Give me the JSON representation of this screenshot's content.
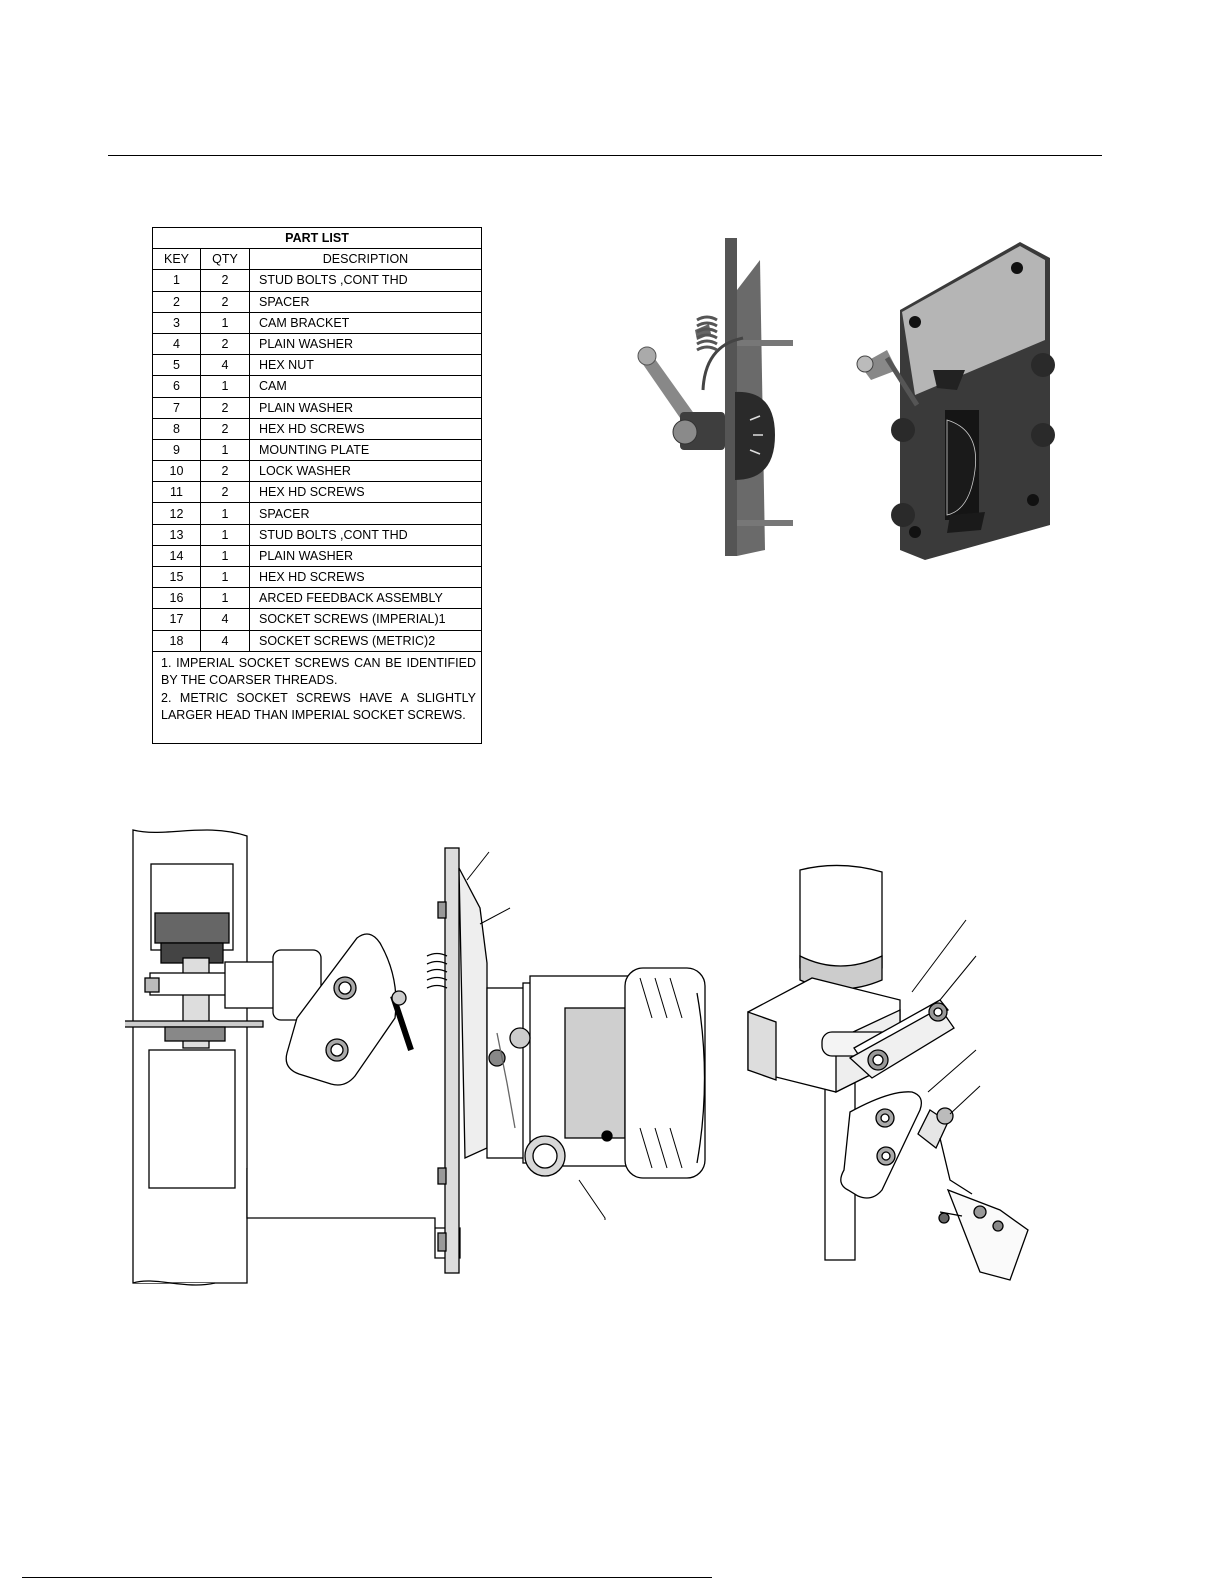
{
  "part_list": {
    "title": "PART LIST",
    "headers": {
      "key": "KEY",
      "qty": "QTY",
      "description": "DESCRIPTION"
    },
    "rows": [
      {
        "key": "1",
        "qty": "2",
        "description": "STUD BOLTS ,CONT THD"
      },
      {
        "key": "2",
        "qty": "2",
        "description": "SPACER"
      },
      {
        "key": "3",
        "qty": "1",
        "description": "CAM BRACKET"
      },
      {
        "key": "4",
        "qty": "2",
        "description": "PLAIN WASHER"
      },
      {
        "key": "5",
        "qty": "4",
        "description": "HEX NUT"
      },
      {
        "key": "6",
        "qty": "1",
        "description": "CAM"
      },
      {
        "key": "7",
        "qty": "2",
        "description": "PLAIN WASHER"
      },
      {
        "key": "8",
        "qty": "2",
        "description": "HEX HD SCREWS"
      },
      {
        "key": "9",
        "qty": "1",
        "description": "MOUNTING PLATE"
      },
      {
        "key": "10",
        "qty": "2",
        "description": "LOCK WASHER"
      },
      {
        "key": "11",
        "qty": "2",
        "description": "HEX HD SCREWS"
      },
      {
        "key": "12",
        "qty": "1",
        "description": "SPACER"
      },
      {
        "key": "13",
        "qty": "1",
        "description": "STUD BOLTS ,CONT THD"
      },
      {
        "key": "14",
        "qty": "1",
        "description": "PLAIN WASHER"
      },
      {
        "key": "15",
        "qty": "1",
        "description": "HEX HD SCREWS"
      },
      {
        "key": "16",
        "qty": "1",
        "description": "ARCED FEEDBACK ASSEMBLY"
      },
      {
        "key": "17",
        "qty": "4",
        "description": "SOCKET SCREWS (IMPERIAL)1"
      },
      {
        "key": "18",
        "qty": "4",
        "description": "SOCKET SCREWS (METRIC)2"
      }
    ],
    "notes": [
      "1. IMPERIAL SOCKET SCREWS CAN BE IDENTIFIED BY THE COARSER THREADS.",
      "2. METRIC SOCKET SCREWS HAVE A SLIGHTLY LARGER HEAD THAN IMPERIAL SOCKET SCREWS."
    ]
  },
  "illustrations": [
    {
      "name": "arced-feedback-assembly-side-view",
      "fill": "#4a4a4a"
    },
    {
      "name": "arced-feedback-assembly-rear-view",
      "fill": "#3c3c3c"
    },
    {
      "name": "actuator-mounting-side-view",
      "fill": "#ffffff"
    },
    {
      "name": "cam-bracket-isometric-view",
      "fill": "#ffffff"
    }
  ]
}
